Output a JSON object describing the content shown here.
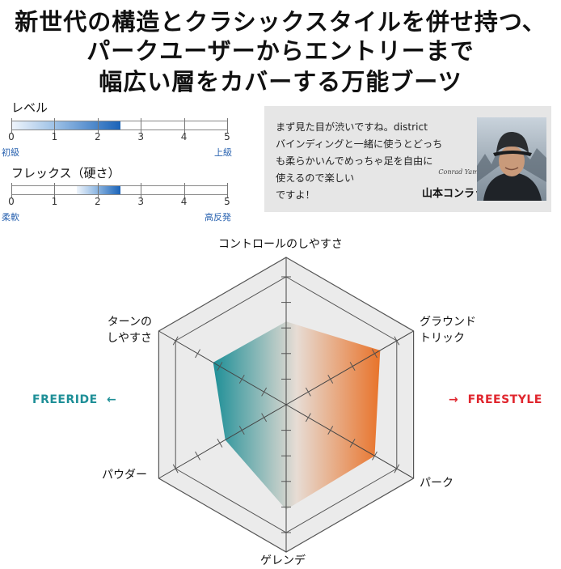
{
  "headline": {
    "line1": "新世代の構造とクラシックスタイルを併せ持つ、",
    "line2": "パークユーザーからエントリーまで",
    "line3": "幅広い層をカバーする万能ブーツ"
  },
  "scales": {
    "level": {
      "title": "レベル",
      "low_label": "初級",
      "high_label": "上級",
      "ticks": [
        "0",
        "1",
        "2",
        "3",
        "4",
        "5"
      ],
      "range": [
        0,
        2.5
      ]
    },
    "flex": {
      "title": "フレックス（硬さ）",
      "low_label": "柔軟",
      "high_label": "高反発",
      "ticks": [
        "0",
        "1",
        "2",
        "3",
        "4",
        "5"
      ],
      "range": [
        1.5,
        2.5
      ]
    }
  },
  "quote": {
    "text_lines": [
      "まず見た目が渋いですね。district",
      "バインディングと一緒に使うとどっち",
      "も柔らかいんでめっちゃ足を自由に",
      "使えるので楽しい",
      "ですよ！"
    ],
    "signature": "Conrad Yamamoto",
    "name": "山本コンラッド"
  },
  "side_labels": {
    "left": "FREERIDE",
    "right": "FREESTYLE",
    "left_color": "#1e8f97",
    "right_color": "#e0262e"
  },
  "chart_data": {
    "type": "radar",
    "axes": [
      "コントロールのしやすさ",
      "グラウンドトリック",
      "パーク",
      "ゲレンデ",
      "パウダー",
      "ターンのしやすさ"
    ],
    "axis_label_lines": [
      [
        "コントロールのしやすさ"
      ],
      [
        "グラウンド",
        "トリック"
      ],
      [
        "パーク"
      ],
      [
        "ゲレンデ"
      ],
      [
        "パウダー"
      ],
      [
        "ターンの",
        "しやすさ"
      ]
    ],
    "max": 5,
    "values": [
      3.25,
      4.25,
      4.0,
      4.1,
      2.75,
      3.3
    ],
    "colors": {
      "left": "#1e8f97",
      "right": "#e8732a"
    }
  }
}
